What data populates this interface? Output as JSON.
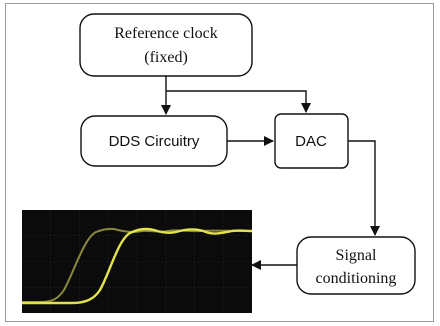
{
  "diagram": {
    "nodes": {
      "reference_clock": {
        "line1": "Reference clock",
        "line2": "(fixed)"
      },
      "dds": {
        "label": "DDS Circuitry"
      },
      "dac": {
        "label": "DAC"
      },
      "signal_conditioning": {
        "line1": "Signal",
        "line2": "conditioning"
      }
    },
    "oscilloscope": {
      "background": "#0b0b0b",
      "trace_color": "#e3e24c",
      "ghost_trace_color": "#8a8a3a",
      "grid_color": "#3a3a3a"
    },
    "colors": {
      "stroke": "#111111",
      "frame": "#9a9a9a"
    }
  }
}
